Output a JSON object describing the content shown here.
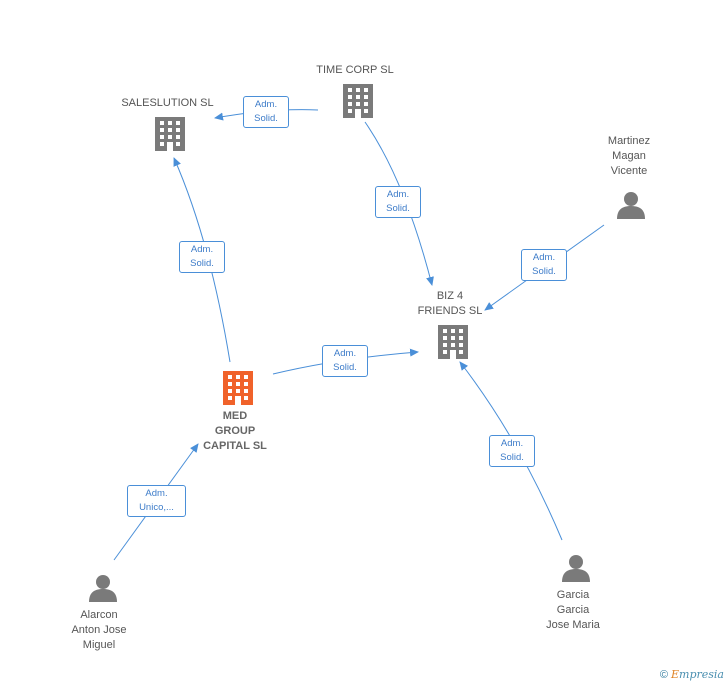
{
  "nodes": {
    "time_corp": {
      "label": "TIME CORP  SL"
    },
    "saleslution": {
      "label": "SALESLUTION SL"
    },
    "biz4friends": {
      "label": "BIZ 4\nFRIENDS  SL"
    },
    "med_group": {
      "label": "MED\nGROUP\nCAPITAL  SL"
    },
    "martinez": {
      "label": "Martinez\nMagan\nVicente"
    },
    "alarcon": {
      "label": "Alarcon\nAnton Jose\nMiguel"
    },
    "garcia": {
      "label": "Garcia\nGarcia\nJose Maria"
    }
  },
  "edges": {
    "time_to_sales": {
      "line1": "Adm.",
      "line2": "Solid."
    },
    "time_to_biz": {
      "line1": "Adm.",
      "line2": "Solid."
    },
    "martinez_to_biz": {
      "line1": "Adm.",
      "line2": "Solid."
    },
    "med_to_sales": {
      "line1": "Adm.",
      "line2": "Solid."
    },
    "med_to_biz": {
      "line1": "Adm.",
      "line2": "Solid."
    },
    "alarcon_to_med": {
      "line1": "Adm.",
      "line2": "Unico,..."
    },
    "garcia_to_biz": {
      "line1": "Adm.",
      "line2": "Solid."
    }
  },
  "footer": {
    "copyright": "©",
    "brand_first": "E",
    "brand_rest": "mpresia"
  },
  "colors": {
    "edge": "#4a8fd8",
    "building": "#7a7a7a",
    "building_main": "#f0622a",
    "person": "#7a7a7a"
  },
  "icons": {
    "company": "building-icon",
    "person": "person-icon"
  }
}
